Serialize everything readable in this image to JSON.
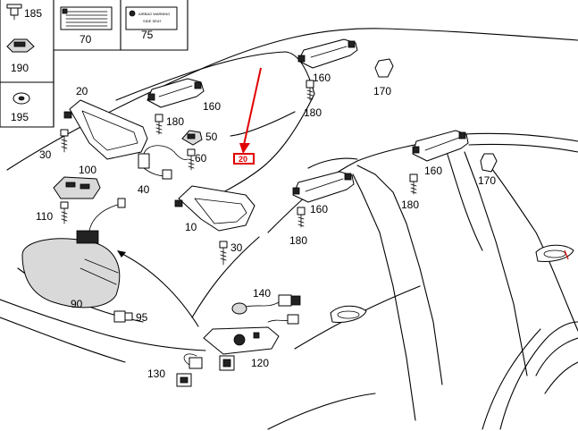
{
  "callouts": {
    "p10": "10",
    "p20": "20",
    "p30a": "30",
    "p30b": "30",
    "p40": "40",
    "p50": "50",
    "p60": "60",
    "p70": "70",
    "p75": "75",
    "p90": "90",
    "p95": "95",
    "p100": "100",
    "p110": "110",
    "p120": "120",
    "p130": "130",
    "p140": "140",
    "p160a": "160",
    "p160b": "160",
    "p160c": "160",
    "p160d": "160",
    "p170a": "170",
    "p170b": "170",
    "p180a": "180",
    "p180b": "180",
    "p180c": "180",
    "p180d": "180",
    "p185": "185",
    "p190": "190",
    "p195": "195"
  },
  "label_card": {
    "text_line1": "AIRBAG WARNING",
    "text_line2": "SIDE SEAT"
  },
  "highlight": {
    "marker_text": "20",
    "color": "#e00000"
  }
}
